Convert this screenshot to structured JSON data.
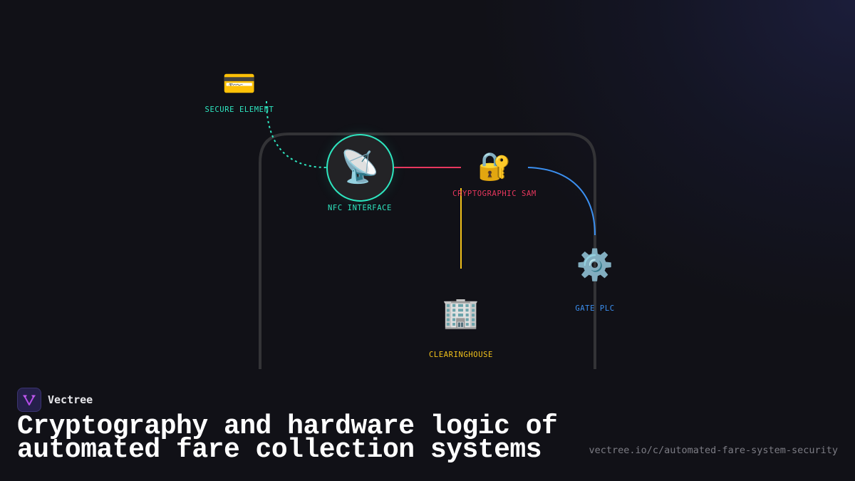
{
  "diagram": {
    "nodes": {
      "secure_element": {
        "label": "SECURE ELEMENT",
        "icon": "credit-card-icon",
        "glyph": "💳",
        "color": "#2ee6c0"
      },
      "nfc_interface": {
        "label": "NFC INTERFACE",
        "icon": "satellite-dish-icon",
        "glyph": "📡",
        "color": "#2ee6c0"
      },
      "cryptographic_sam": {
        "label": "CRYPTOGRAPHIC SAM",
        "icon": "lock-with-key-icon",
        "glyph": "🔐",
        "color": "#e8375e"
      },
      "gate_plc": {
        "label": "GATE PLC",
        "icon": "gear-icon",
        "glyph": "⚙️",
        "color": "#3b8ff0"
      },
      "clearinghouse": {
        "label": "CLEARINGHOUSE",
        "icon": "office-building-icon",
        "glyph": "🏢",
        "color": "#f2c21b"
      }
    },
    "edges": [
      {
        "from": "secure_element",
        "to": "nfc_interface",
        "style": "dotted",
        "color": "#2ee6c0"
      },
      {
        "from": "nfc_interface",
        "to": "cryptographic_sam",
        "style": "solid",
        "color": "#e8375e"
      },
      {
        "from": "cryptographic_sam",
        "to": "gate_plc",
        "style": "solid",
        "color": "#3b8ff0"
      },
      {
        "from": "cryptographic_sam",
        "to": "clearinghouse",
        "style": "solid",
        "color": "#f2c21b"
      }
    ],
    "frame_color": "#333336"
  },
  "footer": {
    "brand_name": "Vectree",
    "title": "Cryptography and hardware logic of automated fare collection systems",
    "url": "vectree.io/c/automated-fare-system-security"
  }
}
